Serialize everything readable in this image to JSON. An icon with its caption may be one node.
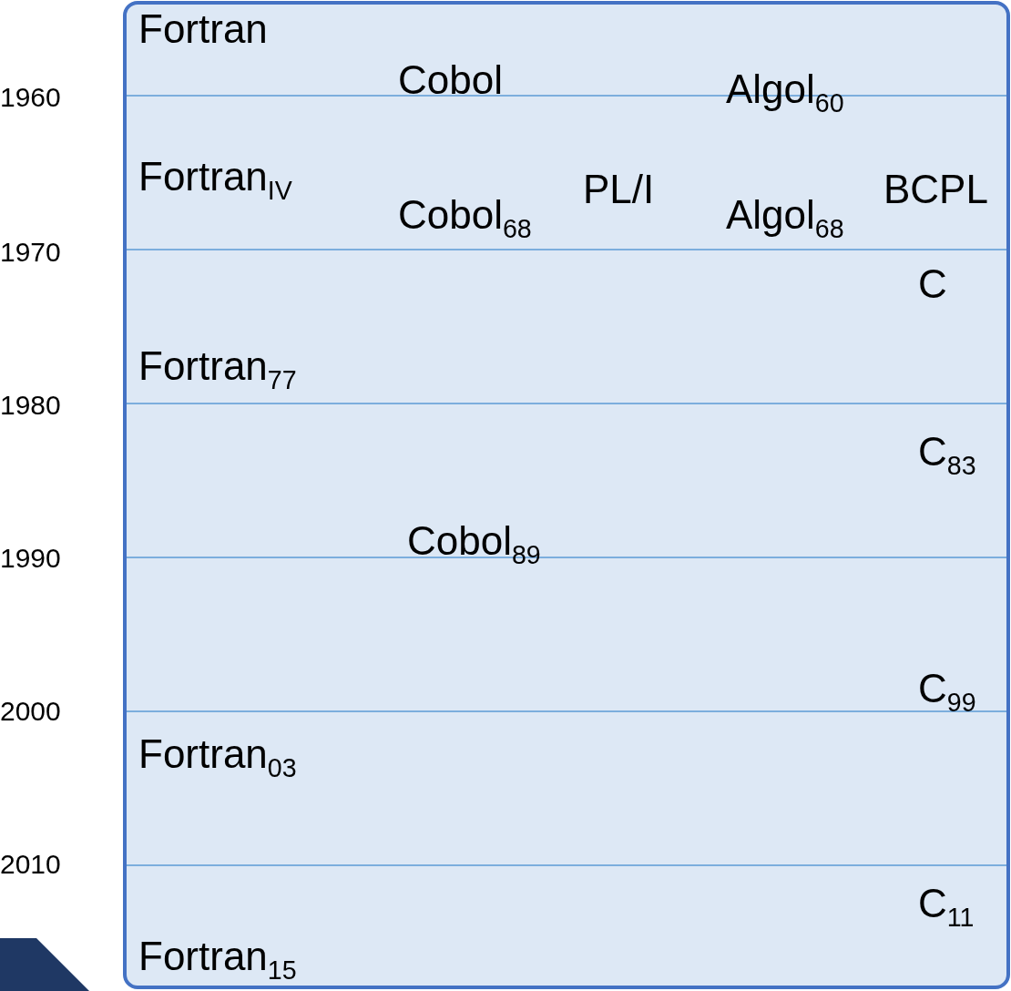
{
  "diagram": {
    "labels": [
      "Fortran",
      "Cobol",
      "1960",
      "Algol$_{60}$",
      "Fortran$_{IV}$",
      "PL/I",
      "BCPL",
      "Cobol$_{68}$",
      "Algol$_{68}$",
      "1970",
      "C",
      "Fortran$_{77}$",
      "1980",
      "C$_{83}$",
      "Cobol$_{89}$",
      "1990",
      "C$_{99}$",
      "2000",
      "Fortran$_{03}$",
      "2010",
      "C$_{11}$",
      "Fortran$_{15}$"
    ]
  }
}
